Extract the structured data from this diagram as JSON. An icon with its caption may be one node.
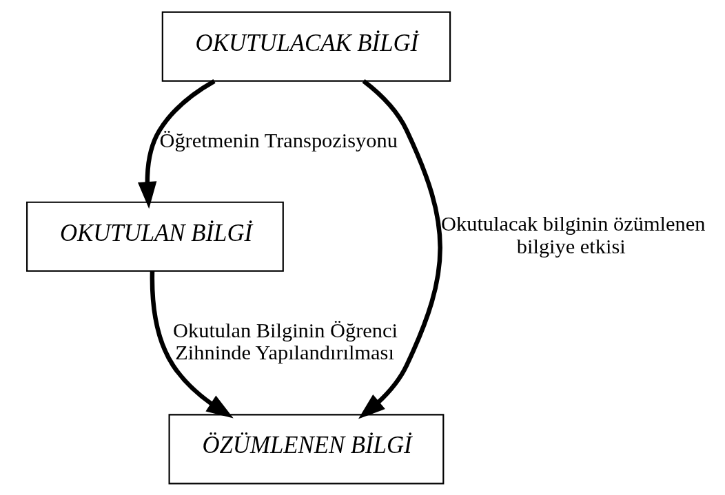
{
  "diagram": {
    "nodes": [
      {
        "text": [
          "OKUTULACAK BİLGİ"
        ]
      },
      {
        "text": [
          "OKUTULAN BİLGİ"
        ]
      },
      {
        "text": [
          "ÖZÜMLENEN BİLGİ"
        ]
      }
    ],
    "edges": [
      {
        "from": 0,
        "to": 2,
        "arrow": "to",
        "label": "Okutulacak bilginin özümlenen bilgiye etkisi"
      },
      {
        "from": 0,
        "to": 1,
        "arrow": "to",
        "label": "Öğretmenin Transpozisyonu"
      },
      {
        "from": 1,
        "to": 2,
        "arrow": "to",
        "label": "Okutulan Bilginin Öğrenci Zihninde Yapılandırılması"
      }
    ]
  }
}
